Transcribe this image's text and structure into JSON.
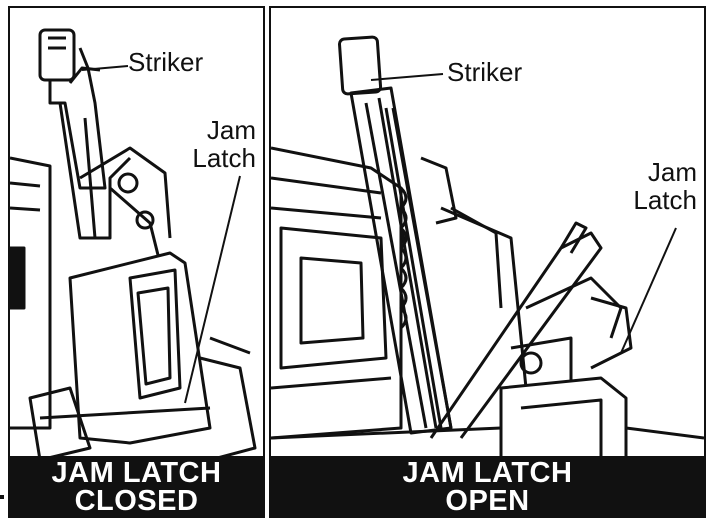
{
  "left_panel": {
    "labels": {
      "striker": "Striker",
      "jam_latch_line1": "Jam",
      "jam_latch_line2": "Latch"
    },
    "caption": {
      "line1": "JAM LATCH",
      "line2": "CLOSED"
    }
  },
  "right_panel": {
    "labels": {
      "striker": "Striker",
      "jam_latch_line1": "Jam",
      "jam_latch_line2": "Latch"
    },
    "caption": {
      "line1": "JAM LATCH",
      "line2": "OPEN"
    }
  },
  "colors": {
    "ink": "#111111",
    "paper": "#ffffff",
    "caption_bg": "#111111",
    "caption_text": "#ffffff"
  }
}
